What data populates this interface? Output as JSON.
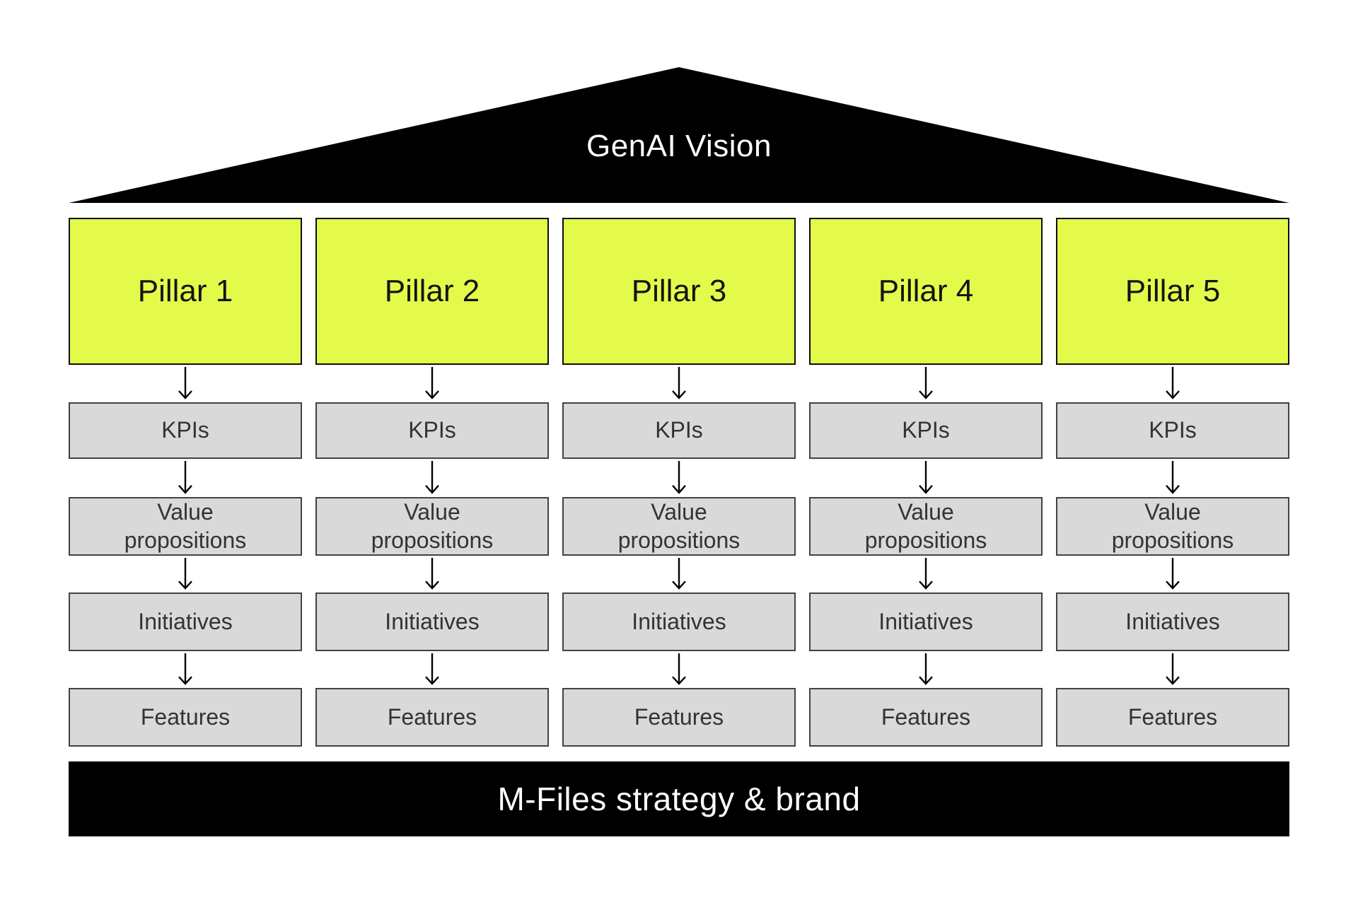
{
  "roof": {
    "title": "GenAI Vision"
  },
  "pillars": [
    {
      "label": "Pillar 1"
    },
    {
      "label": "Pillar 2"
    },
    {
      "label": "Pillar 3"
    },
    {
      "label": "Pillar 4"
    },
    {
      "label": "Pillar 5"
    }
  ],
  "row_labels": {
    "kpis": "KPIs",
    "value_propositions": "Value propositions",
    "initiatives": "Initiatives",
    "features": "Features"
  },
  "footer": {
    "label": "M-Files strategy & brand"
  },
  "colors": {
    "pillar_fill": "#e4fa4b",
    "pillar_border": "#0d0d0d",
    "row_fill": "#d9d9d9",
    "row_border": "#424242",
    "roof_fill": "#000000",
    "footer_fill": "#000000",
    "roof_text": "#ffffff",
    "footer_text": "#ffffff",
    "arrow_stroke": "#000000",
    "background": "#ffffff"
  }
}
